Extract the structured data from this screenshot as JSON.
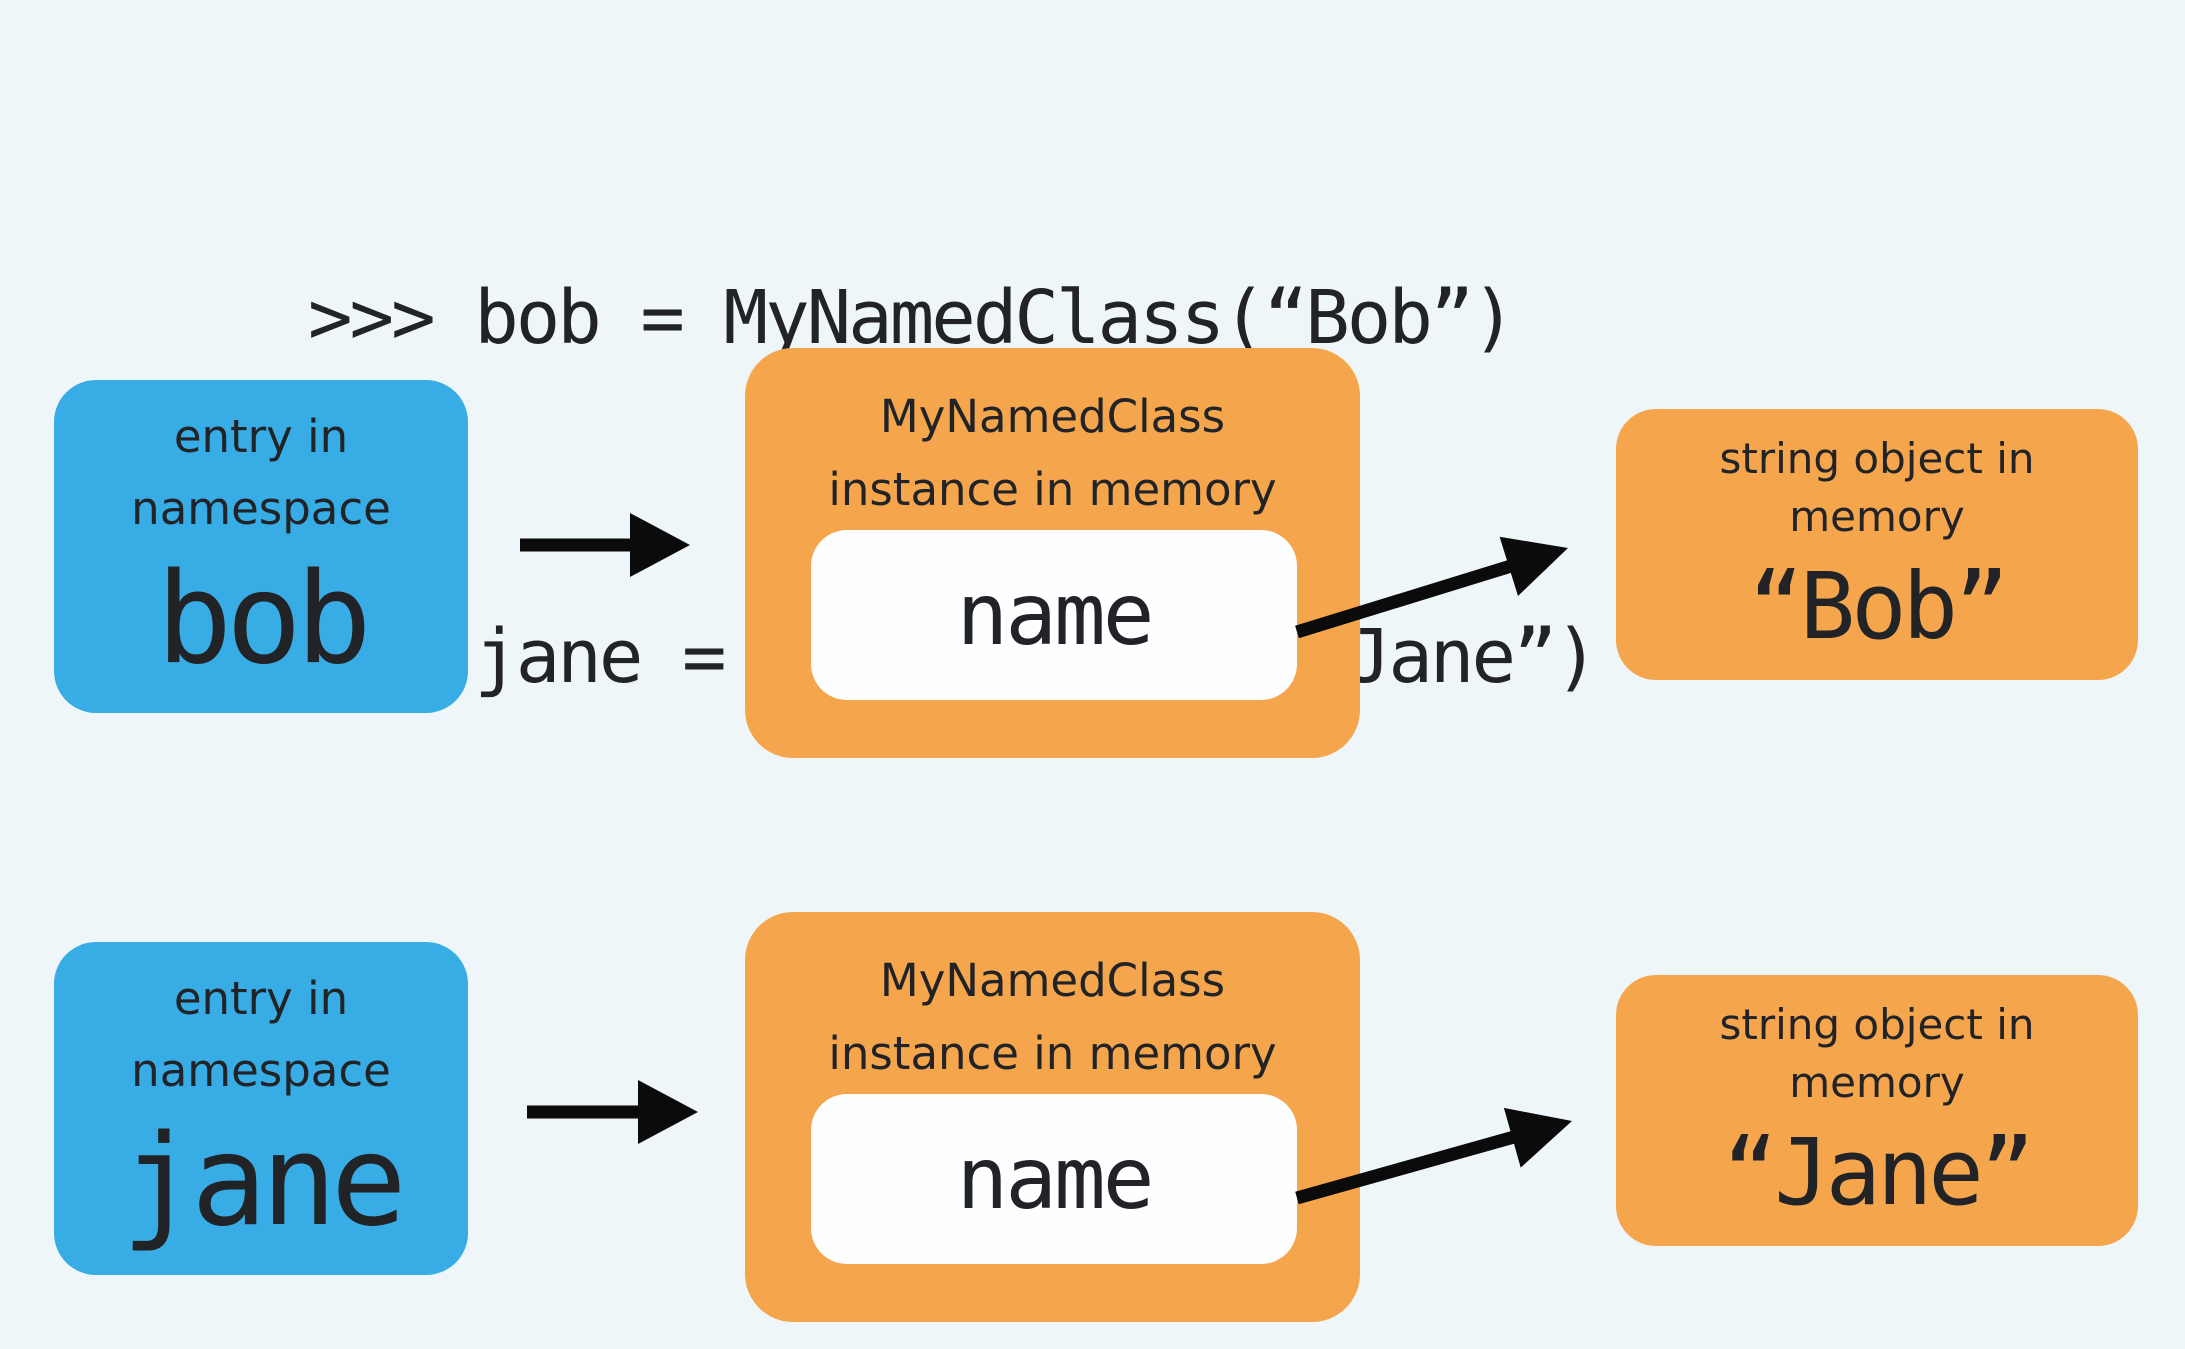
{
  "colors": {
    "bg": "#EFF6FA",
    "ink": "#212326",
    "blue": "#38ADE5",
    "orange": "#F5A64D",
    "whitebox": "#FCFEFF",
    "arrow": "#0B0B0C"
  },
  "code": {
    "line1": ">>> bob = MyNamedClass(“Bob”)",
    "line2": ">>> jane = MyNamedClass(“Jane”)"
  },
  "rows": [
    {
      "namespace_box": {
        "line1": "entry in",
        "line2": "namespace",
        "variable": "bob"
      },
      "instance_box": {
        "line1": "MyNamedClass",
        "line2": "instance in memory",
        "attribute": "name"
      },
      "string_box": {
        "line1": "string object in",
        "line2": "memory",
        "value": "“Bob”"
      }
    },
    {
      "namespace_box": {
        "line1": "entry in",
        "line2": "namespace",
        "variable": "jane"
      },
      "instance_box": {
        "line1": "MyNamedClass",
        "line2": "instance in memory",
        "attribute": "name"
      },
      "string_box": {
        "line1": "string object in",
        "line2": "memory",
        "value": "“Jane”"
      }
    }
  ]
}
